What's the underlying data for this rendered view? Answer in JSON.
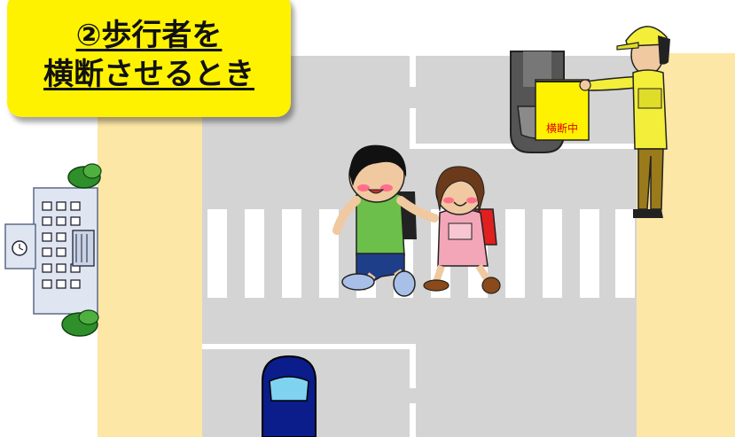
{
  "title": {
    "line1": "②歩行者を",
    "line2": "横断させるとき"
  },
  "flag": {
    "label": "横断中"
  },
  "colors": {
    "title_bg": "#fff200",
    "sidewalk": "#fde7a6",
    "road": "#d4d4d4",
    "crosswalk": "#ffffff",
    "guard_uniform": "#f2ee3a",
    "flag_text": "#e00000"
  },
  "icons": {
    "school": "school-building",
    "crossing_guard": "crossing-guard",
    "children": [
      "boy-pedestrian",
      "girl-pedestrian"
    ],
    "cars": [
      "gray-car",
      "blue-car"
    ]
  }
}
